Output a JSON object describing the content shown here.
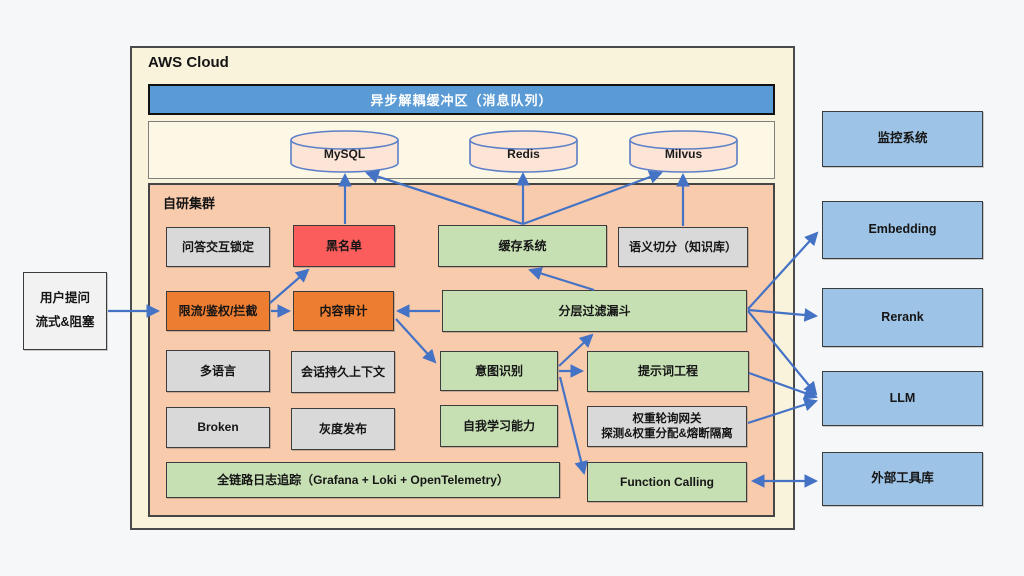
{
  "outer": {
    "title": "AWS Cloud"
  },
  "banner": {
    "label": "异步解耦缓冲区（消息队列）"
  },
  "databases": [
    {
      "label": "MySQL"
    },
    {
      "label": "Redis"
    },
    {
      "label": "Milvus"
    }
  ],
  "cluster": {
    "title": "自研集群",
    "qa_lock": "问答交互锁定",
    "blacklist": "黑名单",
    "cache": "缓存系统",
    "semantic": "语义切分（知识库）",
    "ratelimit": "限流/鉴权/拦截",
    "audit": "内容审计",
    "funnel": "分层过滤漏斗",
    "multilang": "多语言",
    "session": "会话持久上下文",
    "intent": "意图识别",
    "prompt": "提示词工程",
    "broken": "Broken",
    "gray_release": "灰度发布",
    "self_learning": "自我学习能力",
    "gateway_line1": "权重轮询网关",
    "gateway_line2": "探测&权重分配&熔断隔离",
    "tracing": "全链路日志追踪（Grafana + Loki + OpenTelemetry）",
    "function_calling": "Function Calling"
  },
  "user": {
    "line1": "用户提问",
    "line2": "流式&阻塞"
  },
  "external": {
    "monitoring": "监控系统",
    "embedding": "Embedding",
    "rerank": "Rerank",
    "llm": "LLM",
    "tools": "外部工具库"
  },
  "colors": {
    "banner_blue": "#5B9BD5",
    "external_blue": "#9DC3E6",
    "cluster_peach": "#F8CBAD",
    "cloud_cream": "#FAF3DC",
    "db_cylinder_pink": "#FCE4D6",
    "node_green": "#C6E0B4",
    "node_orange": "#ED7D31",
    "node_red": "#FB5D5D",
    "node_gray": "#D9D9D9",
    "arrow_blue": "#4472C4"
  }
}
